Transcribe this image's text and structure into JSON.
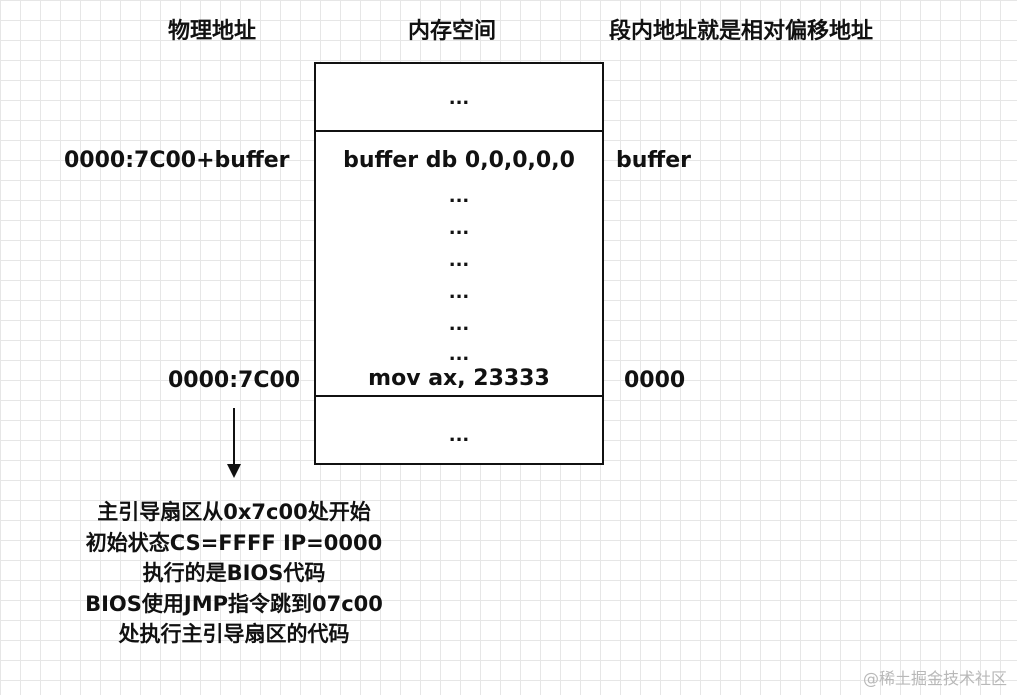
{
  "headers": {
    "physical_address": "物理地址",
    "memory_space": "内存空间",
    "segment_offset": "段内地址就是相对偏移地址"
  },
  "memory": {
    "top_block": "...",
    "buffer_row": "buffer db 0,0,0,0,0",
    "middle_dots": [
      "...",
      "...",
      "...",
      "...",
      "...",
      "..."
    ],
    "code_row": "mov ax, 23333",
    "bottom_block": "..."
  },
  "physical": {
    "buffer_address": "0000:7C00+buffer",
    "code_address": "0000:7C00"
  },
  "offsets": {
    "buffer_offset": "buffer",
    "code_offset": "0000"
  },
  "note": {
    "lines": [
      "主引导扇区从0x7c00处开始",
      "初始状态CS=FFFF IP=0000",
      "执行的是BIOS代码",
      "BIOS使用JMP指令跳到07c00",
      "处执行主引导扇区的代码"
    ]
  },
  "watermark": "@稀土掘金技术社区"
}
